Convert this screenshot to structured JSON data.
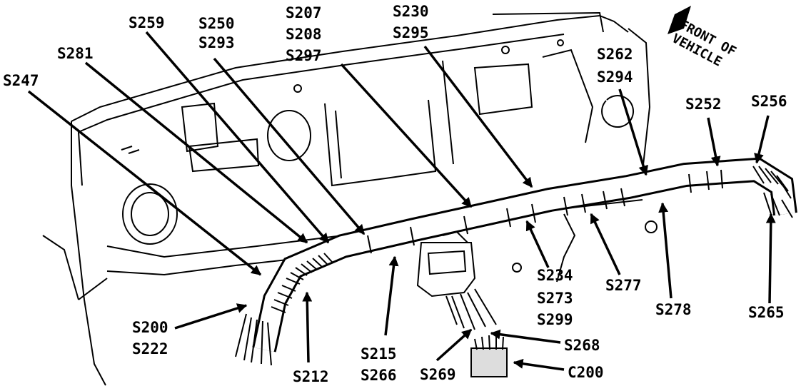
{
  "orientation": {
    "line1": "FRONT OF",
    "line2": "VEHICLE"
  },
  "labels": {
    "s247": "S247",
    "s281": "S281",
    "s259": "S259",
    "s250": "S250",
    "s293": "S293",
    "s207": "S207",
    "s208": "S208",
    "s297": "S297",
    "s230": "S230",
    "s295": "S295",
    "s262": "S262",
    "s294": "S294",
    "s252": "S252",
    "s256": "S256",
    "s200": "S200",
    "s222": "S222",
    "s212": "S212",
    "s215": "S215",
    "s266": "S266",
    "s269": "S269",
    "s268": "S268",
    "c200": "C200",
    "s234": "S234",
    "s273": "S273",
    "s299": "S299",
    "s277": "S277",
    "s278": "S278",
    "s265": "S265"
  }
}
